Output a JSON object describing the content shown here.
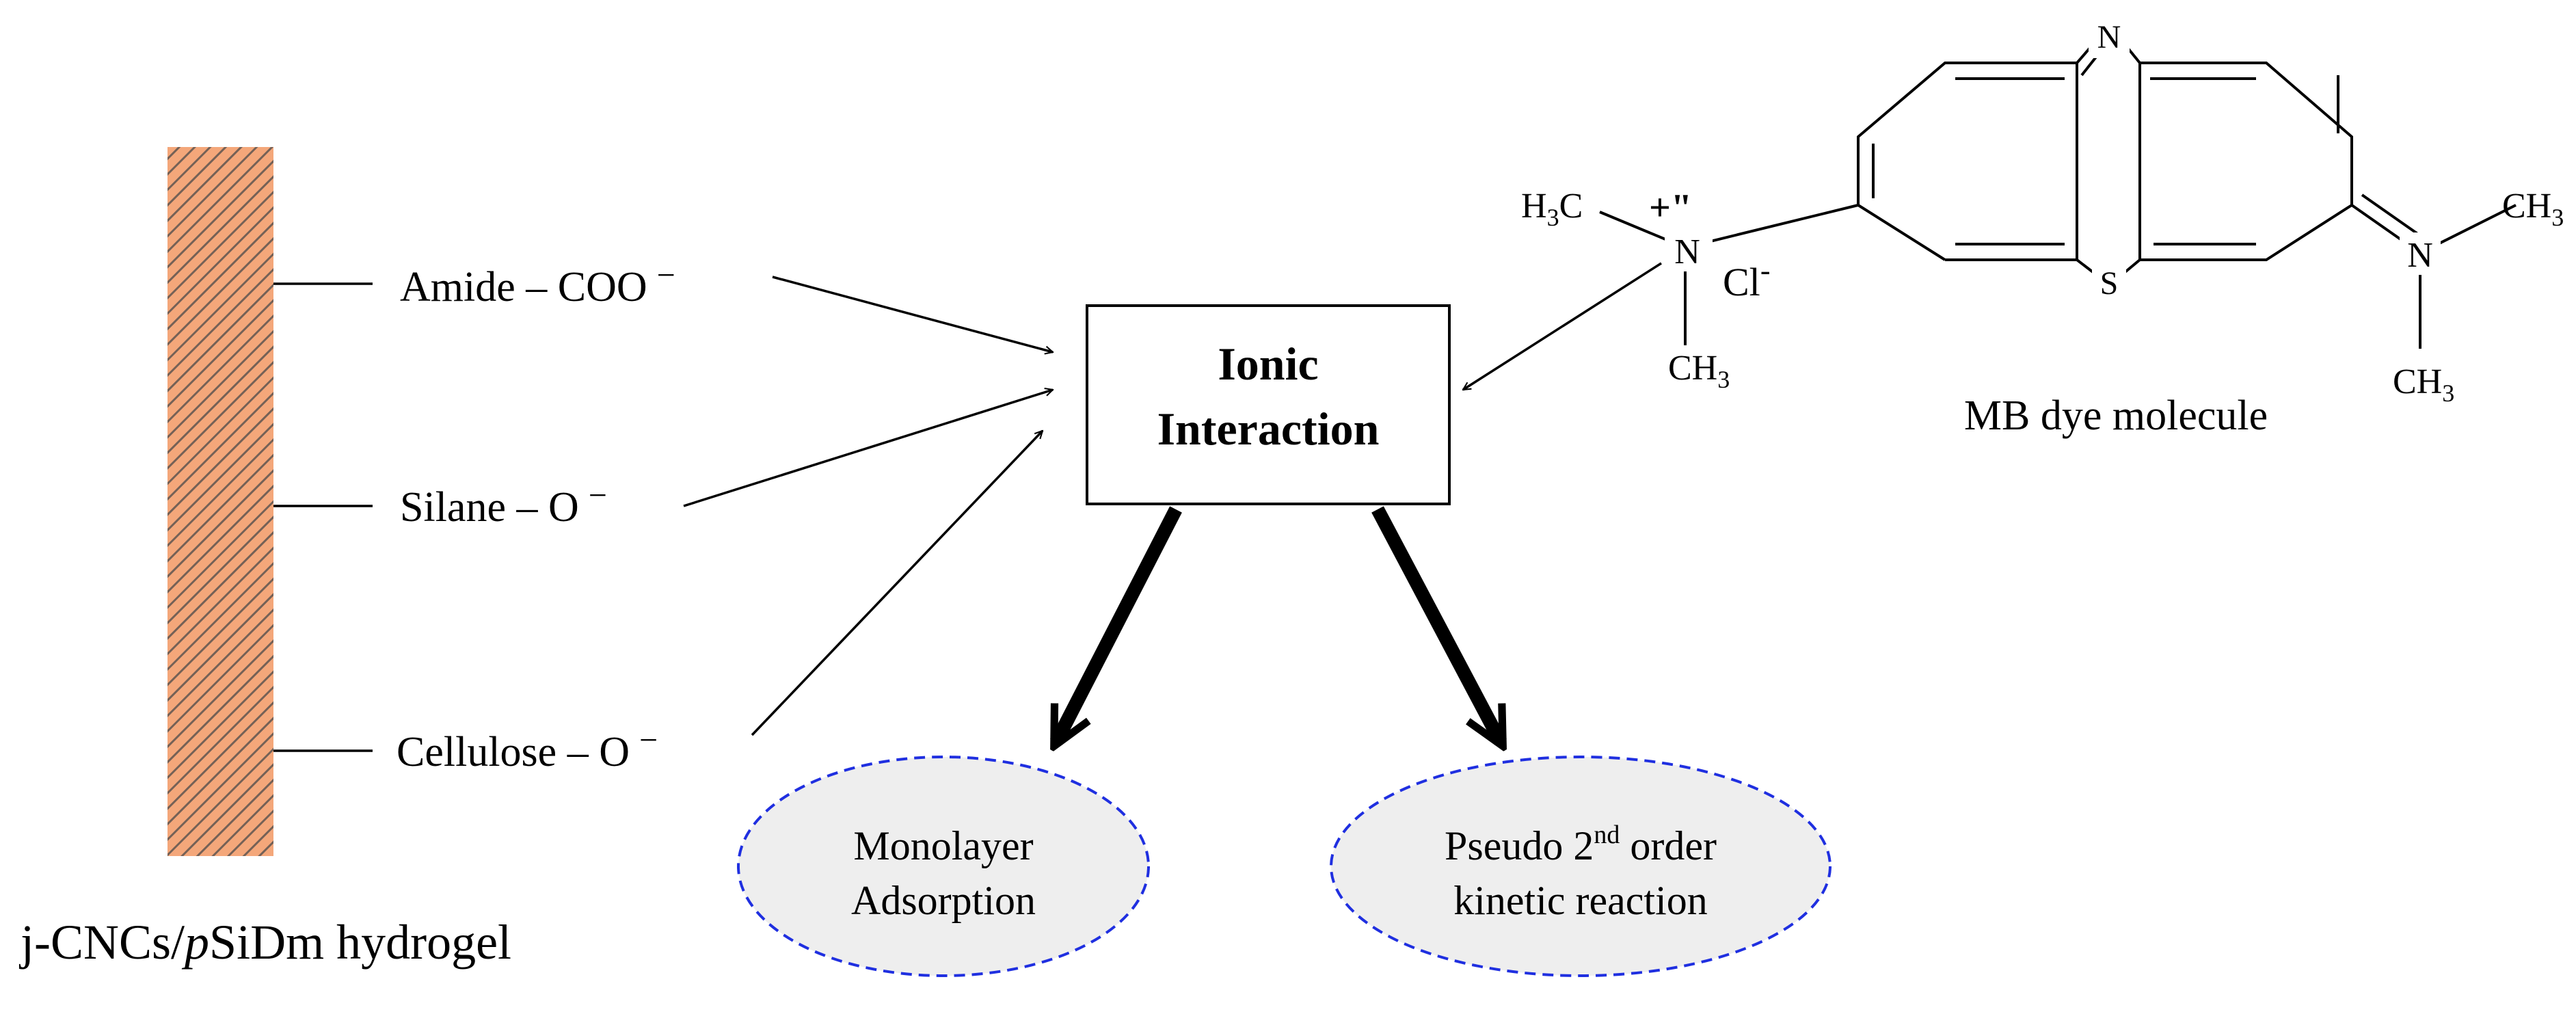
{
  "hydrogel": {
    "label_prefix": "j-CNCs/",
    "label_italic": "p",
    "label_suffix": "SiDm hydrogel",
    "bar_color": "#F4A77A",
    "hatch_color": "#4a4a4a"
  },
  "groups": [
    {
      "name": "Amide – COO",
      "charge": "−"
    },
    {
      "name": "Silane – O",
      "charge": "−"
    },
    {
      "name": "Cellulose – O",
      "charge": "−"
    }
  ],
  "center_box": {
    "line1": "Ionic",
    "line2": "Interaction"
  },
  "outcomes": [
    {
      "line1": "Monolayer",
      "line2": "Adsorption"
    },
    {
      "line1_pre": "Pseudo 2",
      "line1_sup": "nd",
      "line1_post": " order",
      "line2": "kinetic reaction"
    }
  ],
  "outcome_style": {
    "fill": "#eeeeee",
    "border": "#1f2fe0"
  },
  "molecule": {
    "caption": "MB dye molecule",
    "atom_n_top": "N",
    "atom_s": "S",
    "atom_n_left": "N",
    "atom_n_right": "N",
    "methyl_top_left_main": "H",
    "methyl_top_left_sub": "3",
    "methyl_top_left_c": "C",
    "methyl_bottom_left_c": "CH",
    "methyl_bottom_left_sub": "3",
    "methyl_right_top_c": "CH",
    "methyl_right_top_sub": "3",
    "methyl_right_bottom_c": "CH",
    "methyl_right_bottom_sub": "3",
    "charge_plus": "+\"",
    "chloride": "Cl",
    "chloride_charge": "-"
  }
}
